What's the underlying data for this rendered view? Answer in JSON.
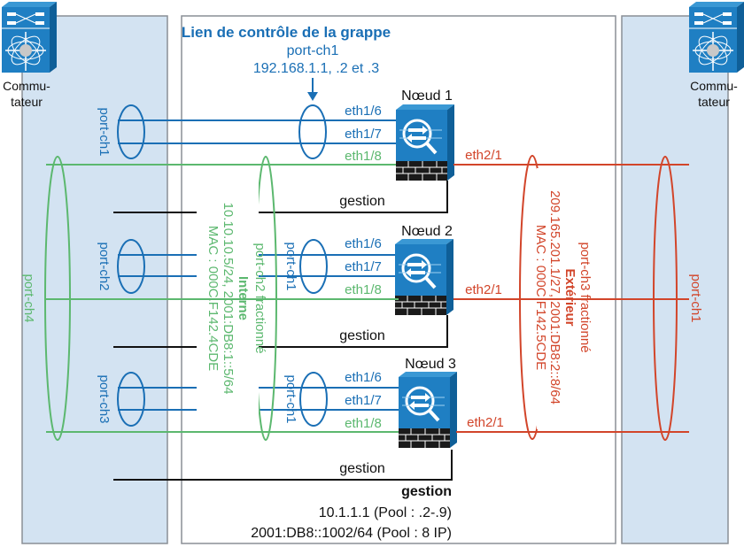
{
  "colors": {
    "control_link": "#1a6fb5",
    "inside": "#5cb86f",
    "outside": "#d2452a",
    "management": "#111111",
    "switch_pane": "#d3e3f2",
    "device_blue": "#1f7fc3"
  },
  "switches": {
    "left": {
      "label_line1": "Commu-",
      "label_line2": "tateur",
      "icon": "switch-icon"
    },
    "right": {
      "label_line1": "Commu-",
      "label_line2": "tateur",
      "icon": "switch-icon"
    }
  },
  "control_link": {
    "title": "Lien de contrôle de la grappe",
    "port_channel": "port-ch1",
    "addresses": "192.168.1.1, .2 et .3"
  },
  "nodes": [
    {
      "name": "Nœud 1",
      "icon": "firewall-icon",
      "ports": {
        "a": "eth1/6",
        "b": "eth1/7",
        "c": "eth1/8",
        "outside": "eth2/1"
      },
      "mgmt_label": "gestion",
      "local_pc": ""
    },
    {
      "name": "Nœud 2",
      "icon": "firewall-icon",
      "ports": {
        "a": "eth1/6",
        "b": "eth1/7",
        "c": "eth1/8",
        "outside": "eth2/1"
      },
      "mgmt_label": "gestion",
      "local_pc": "port-ch1"
    },
    {
      "name": "Nœud 3",
      "icon": "firewall-icon",
      "ports": {
        "a": "eth1/6",
        "b": "eth1/7",
        "c": "eth1/8",
        "outside": "eth2/1"
      },
      "mgmt_label": "gestion",
      "local_pc": "port-ch1"
    }
  ],
  "left_switch_channels": {
    "node1": "port-ch1",
    "node2": "port-ch2",
    "node3": "port-ch3",
    "inside": "port-ch4"
  },
  "right_switch_channels": {
    "outside": "port-ch1"
  },
  "inside_interface": {
    "channel": "port-ch2 fractionné",
    "name": "Interne",
    "addresses": "10.10.10.5/24, 2001:DB8:1::5/64",
    "mac": "MAC : 000C.F142.4CDE"
  },
  "outside_interface": {
    "channel": "port-ch3 fractionné",
    "name": "Extérieur",
    "addresses": "209.165.201.1/27, 2001:DB8:2::8/64",
    "mac": "MAC : 000C.F142.5CDE"
  },
  "management": {
    "title": "gestion",
    "ipv4": "10.1.1.1 (Pool : .2-.9)",
    "ipv6": "2001:DB8::1002/64 (Pool : 8 IP)"
  }
}
